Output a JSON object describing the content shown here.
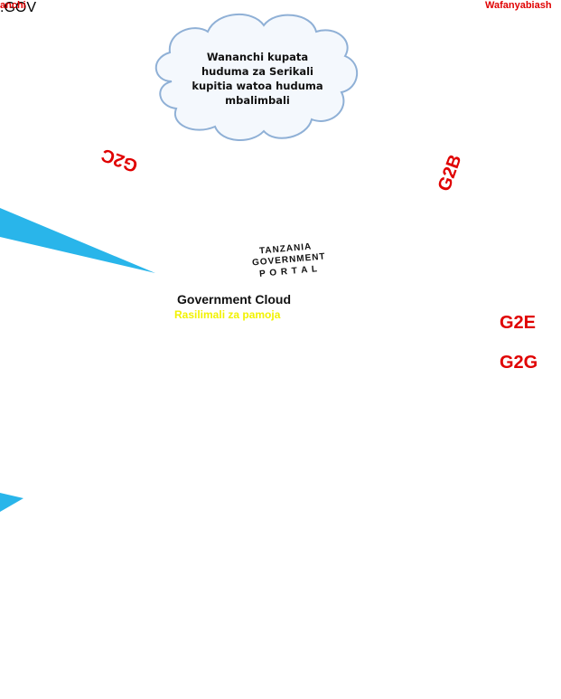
{
  "top_left_label": "anchi",
  "top_right_label": "Wafanyabiash",
  "cloud_text": [
    "Wananchi kupata",
    "huduma za Serikali",
    "kupitia watoa huduma",
    "mbalimbali"
  ],
  "label_g2c": "G2C",
  "label_g2b": "G2B",
  "label_g2e": "G2E",
  "label_g2g": "G2G",
  "portal": {
    "line1": "TANZANIA",
    "line2": "GOVERNMENT",
    "line3": "P O R T A L"
  },
  "gov_cloud": {
    "title": "Government Cloud",
    "subtitle": "Rasilimali za pamoja",
    "watermark": ".GOV"
  },
  "colors": {
    "accent_red": "#e00000",
    "link_orange": "#e87518",
    "link_blue": "#9cc3ea",
    "cloud_blue": "#4f7fcf",
    "beam_cyan": "#29b5ea",
    "lightning_yellow": "#f4ee1a"
  },
  "offices": [
    "office-1",
    "office-2",
    "office-3",
    "office-4",
    "office-5",
    "office-6",
    "office-7"
  ]
}
